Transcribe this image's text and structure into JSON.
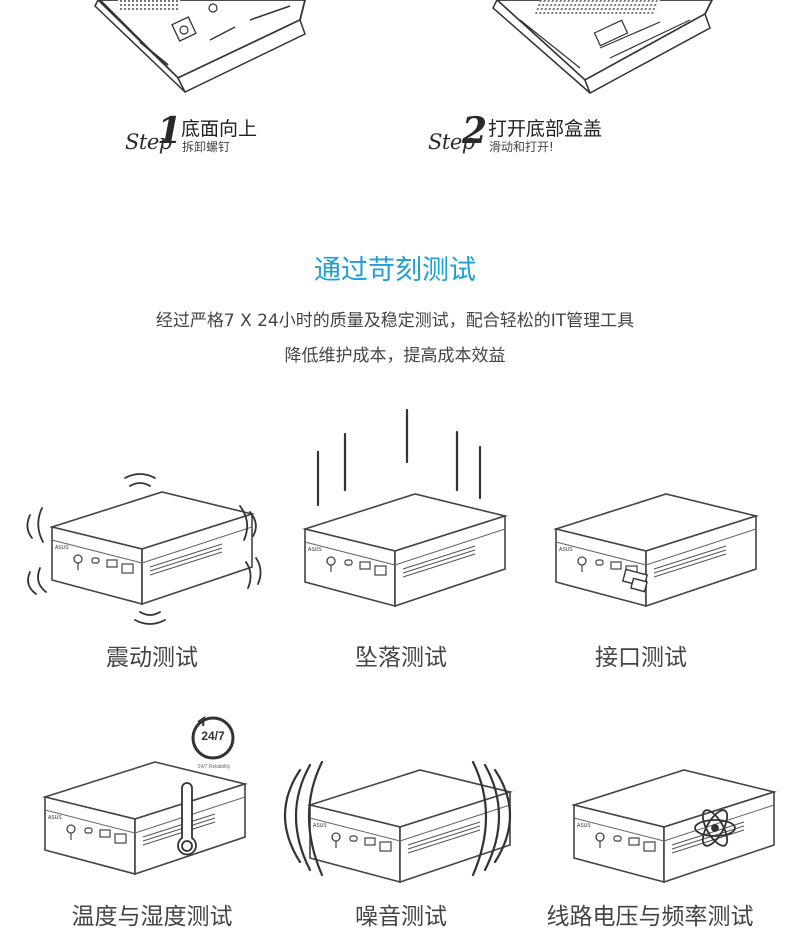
{
  "steps": [
    {
      "word": "Step",
      "number": "1",
      "title": "底面向上",
      "sub": "拆卸螺钉"
    },
    {
      "word": "Step",
      "number": "2",
      "title": "打开底部盒盖",
      "sub": "滑动和打开!"
    }
  ],
  "section": {
    "title": "通过苛刻测试",
    "desc_line1": "经过严格7 X 24小时的质量及稳定测试，配合轻松的IT管理工具",
    "desc_line2": "降低维护成本，提高成本效益"
  },
  "tests": [
    {
      "label": "震动测试",
      "icon": "vibration-icon"
    },
    {
      "label": "坠落测试",
      "icon": "drop-lines-icon"
    },
    {
      "label": "接口测试",
      "icon": "usb-plug-icon"
    },
    {
      "label": "温度与湿度测试",
      "icon": "thermometer-icon"
    },
    {
      "label": "噪音测试",
      "icon": "sound-wave-icon"
    },
    {
      "label": "线路电压与频率测试",
      "icon": "atom-icon"
    }
  ],
  "badge_text": "24/7",
  "badge_caption": "24/7 Reliability",
  "device_logo": "ASUS"
}
